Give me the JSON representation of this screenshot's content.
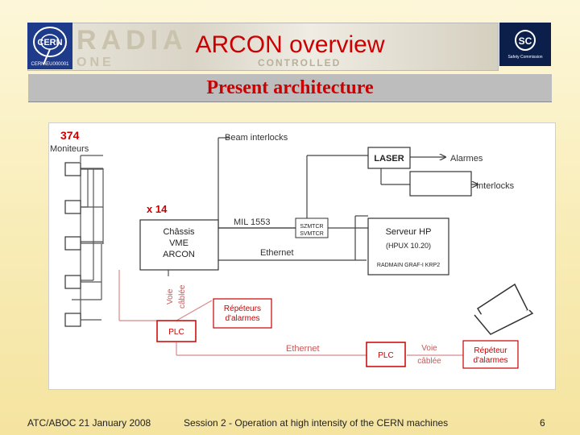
{
  "header": {
    "title": "ARCON overview",
    "banner_text_1": "RADIA",
    "banner_text_2": "ONE",
    "banner_text_3": "CONTROLLED",
    "cern_logo": {
      "text": "CERN",
      "caption": "CERN\\EU000001"
    },
    "sc_logo": {
      "text": "SC",
      "caption": "Safety Commission"
    }
  },
  "subtitle": "Present architecture",
  "diagram": {
    "count_monitors": "374",
    "label_monitors": "Moniteurs",
    "count_chassis": "x 14",
    "beam_interlocks": "Beam interlocks",
    "laser": "LASER",
    "alarmes": "Alarmes",
    "interlocks": "Interlocks",
    "mil": "MIL 1553",
    "szmtcr_1": "SZMTCR",
    "szmtcr_2": "SVMTCR",
    "chassis_line1": "Châssis",
    "chassis_line2": "VME",
    "chassis_line3": "ARCON",
    "serveur": "Serveur HP",
    "hpux": "(HPUX 10.20)",
    "apps": "RADMAIN GRAF-I KRP2",
    "ethernet_1": "Ethernet",
    "voie_1": "Voie",
    "cablee_1": "câblée",
    "repeteurs_1": "Répéteurs",
    "repeteurs_2": "d'alarmes",
    "plc_1": "PLC",
    "ethernet_2": "Ethernet",
    "plc_2": "PLC",
    "voie_2": "Voie",
    "cablee_2": "câblée",
    "repeteur_1": "Répéteur",
    "repeteur_2": "d'alarmes",
    "colors": {
      "line": "#444444",
      "accent": "#cc0000",
      "lightline": "#d88a8a"
    }
  },
  "footer": {
    "left": "ATC/ABOC 21 January 2008",
    "center": "Session 2 - Operation at high intensity of the CERN machines",
    "page": "6"
  }
}
